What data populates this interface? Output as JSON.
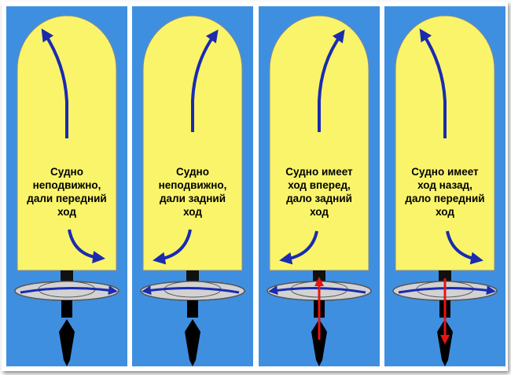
{
  "colors": {
    "background": "#3f8fe0",
    "hull": "#f9f46a",
    "propeller": "#d2d2d2",
    "movement_arrow": "#1a2bb0",
    "thrust_arrow": "#e61414",
    "rudder": "#000000"
  },
  "panels": [
    {
      "caption": "Судно\nнеподвижно,\nдали передний\nход",
      "bow_turn": "left",
      "stern_kick": "right",
      "prop_rotation": "right",
      "thrust": "none"
    },
    {
      "caption": "Судно\nнеподвижно,\nдали задний\nход",
      "bow_turn": "right",
      "stern_kick": "left",
      "prop_rotation": "left",
      "thrust": "none"
    },
    {
      "caption": "Судно имеет\nход вперед,\nдало задний\nход",
      "bow_turn": "right",
      "stern_kick": "left",
      "prop_rotation": "left",
      "thrust": "up"
    },
    {
      "caption": "Судно имеет\nход назад,\nдало передний\nход",
      "bow_turn": "left",
      "stern_kick": "right",
      "prop_rotation": "right",
      "thrust": "down"
    }
  ]
}
